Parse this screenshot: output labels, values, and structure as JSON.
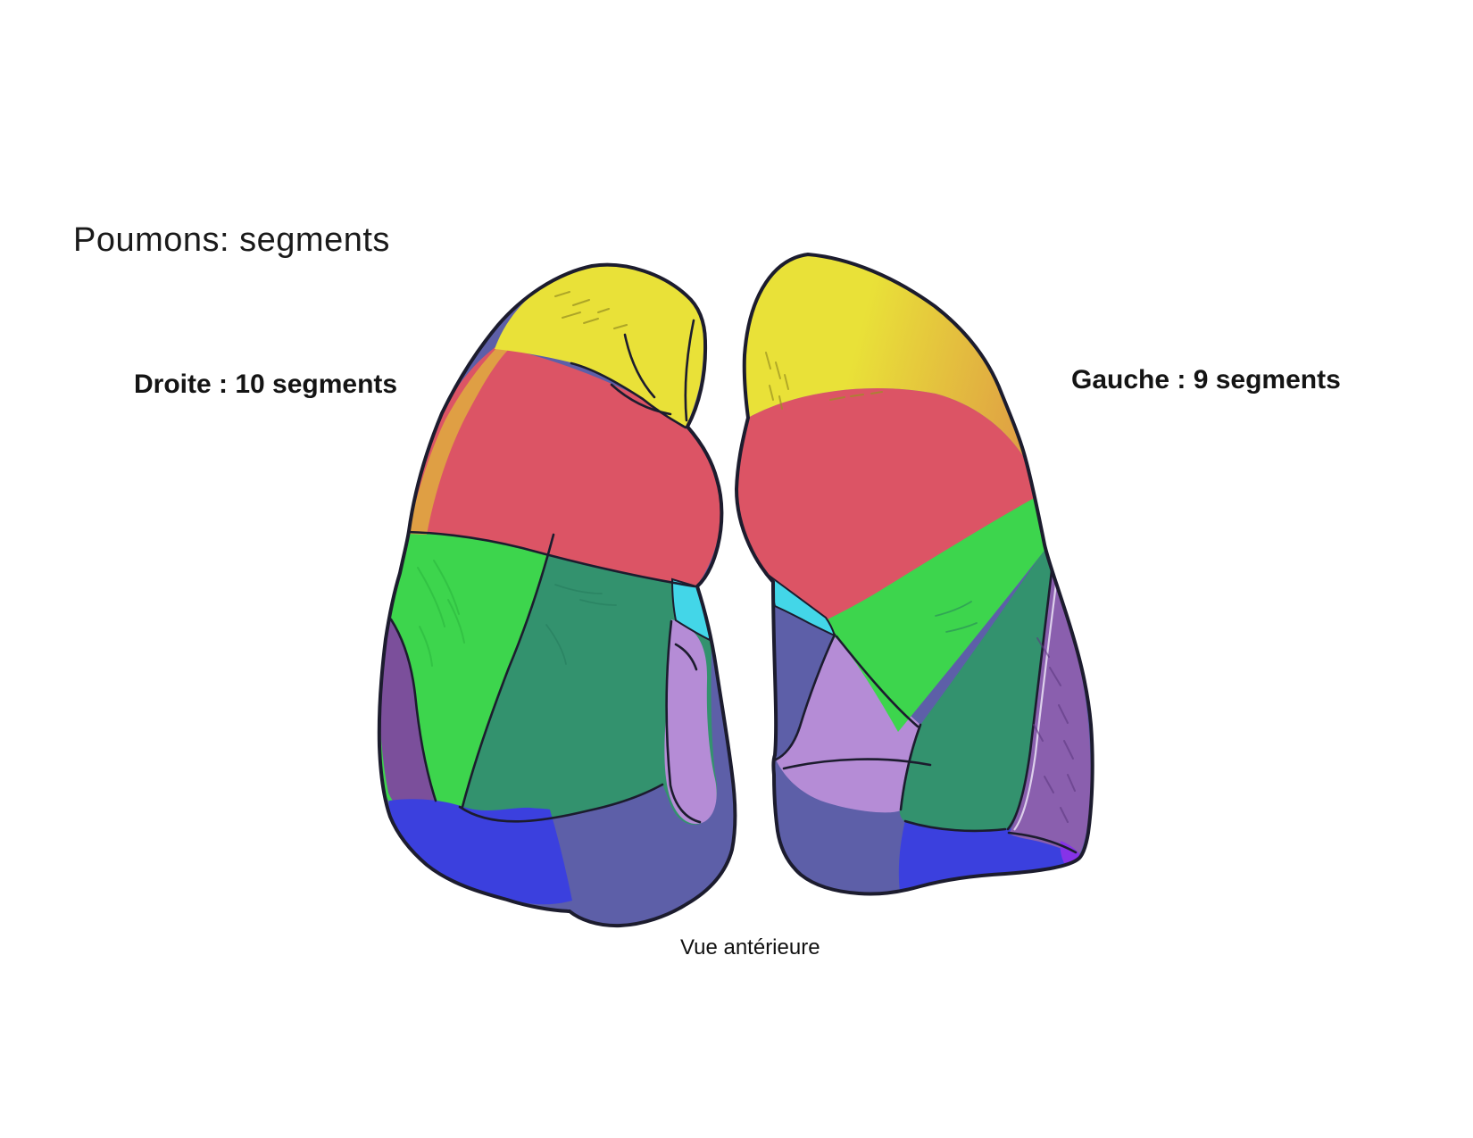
{
  "page": {
    "title": "Poumons: segments",
    "caption": "Vue antérieure"
  },
  "lungs": {
    "right": {
      "label": "Droite : 10 segments",
      "segments_visible": [
        "yellow",
        "orange",
        "red",
        "green",
        "teal",
        "cyan",
        "lavender",
        "dark_purple",
        "blue",
        "slate"
      ]
    },
    "left": {
      "label": "Gauche : 9 segments",
      "segments_visible": [
        "yellow_orange_apex",
        "red",
        "green",
        "teal",
        "cyan",
        "slate",
        "lavender",
        "purple",
        "blue"
      ]
    }
  },
  "colors": {
    "outline": "#1c1c2e",
    "yellow": "#e9e138",
    "orange": "#df9f44",
    "red": "#dc5465",
    "green": "#3dd54d",
    "teal": "#33926e",
    "cyan": "#43d6e8",
    "lavender": "#b58cd6",
    "purple": "#8a5fae",
    "dark_purple": "#7b4f9b",
    "slate": "#5d5fa8",
    "blue": "#3b40de",
    "violet": "#8633e8",
    "highlight": "#e6ddf2",
    "hatch_yellow": "#9a9222",
    "hatch_green": "#2bb43e",
    "hatch_teal": "#25795c",
    "hatch_purple": "#5e3a80"
  }
}
